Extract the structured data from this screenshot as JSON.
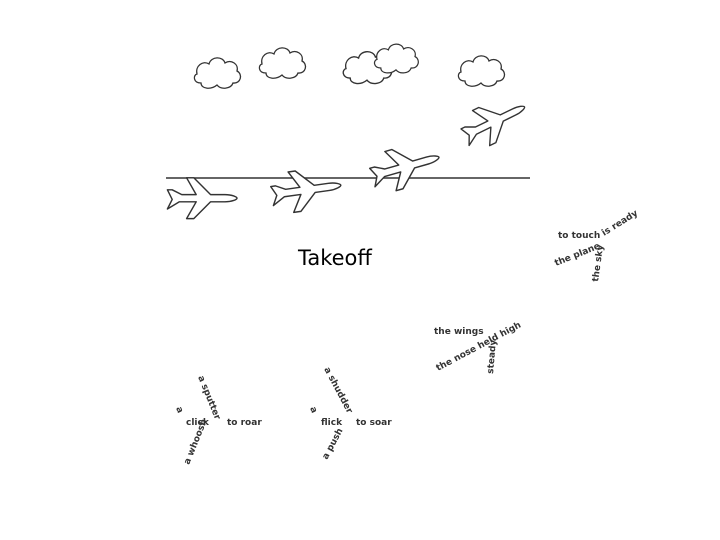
{
  "title": "Takeoff",
  "concrete_poems": {
    "plane_ready": {
      "to_touch": "to touch",
      "is_ready": "is ready",
      "the_plane": "the plane",
      "the_sky": "the sky"
    },
    "nose_high": {
      "the_wings": "the wings",
      "nose_held_high": "the nose held high",
      "steady": "steady"
    },
    "roar": {
      "a_sputter": "a sputter",
      "a": "a",
      "click": "click",
      "to_roar": "to roar",
      "a_whoosh": "a whoosh"
    },
    "soar": {
      "a_shudder": "a shudder",
      "a": "a",
      "flick": "flick",
      "to_soar": "to soar",
      "a_push": "a push"
    }
  }
}
